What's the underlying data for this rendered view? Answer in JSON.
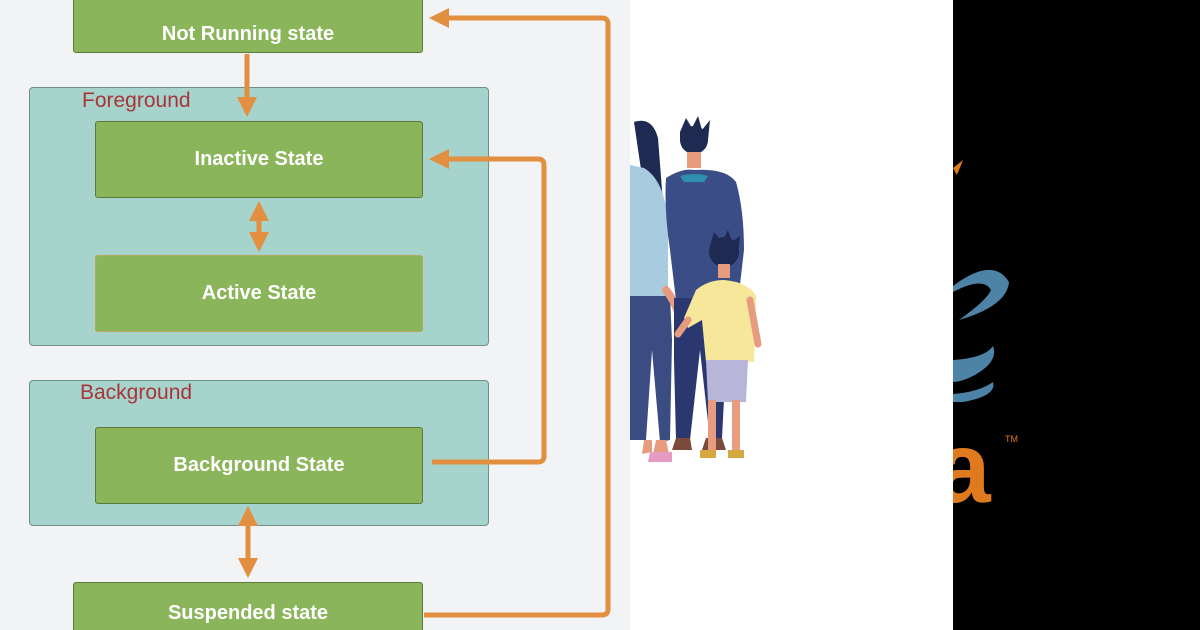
{
  "diagram": {
    "groups": {
      "foreground": "Foreground",
      "background": "Background"
    },
    "states": {
      "not_running": "Not Running state",
      "inactive": "Inactive State",
      "active": "Active State",
      "background": "Background State",
      "suspended": "Suspended state"
    },
    "colors": {
      "panel": "#f2f3f5",
      "group_fill": "#a6d3cb",
      "group_label": "#a8353a",
      "state_fill": "#8bb55a",
      "arrow": "#e28f3f",
      "text": "#ffffff"
    }
  },
  "illustration": {
    "subject": "family-illustration",
    "logo": "java-logo-partial",
    "logo_letter": "a",
    "logo_trademark": "TM"
  }
}
